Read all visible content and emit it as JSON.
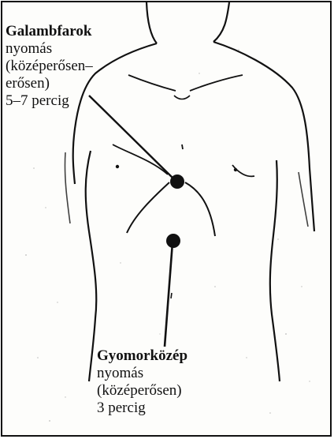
{
  "annotations": [
    {
      "id": "dovetail",
      "title": "Galambfarok",
      "line1": "nyomás",
      "line2": "(középerősen–",
      "line3": "erősen)",
      "duration": "5–7 percig"
    },
    {
      "id": "stomach-center",
      "title": "Gyomorközép",
      "line1": "nyomás",
      "line2": "(középerősen)",
      "duration": "3 percig"
    }
  ],
  "colors": {
    "ink": "#111111",
    "paper": "#fdfdfb"
  }
}
